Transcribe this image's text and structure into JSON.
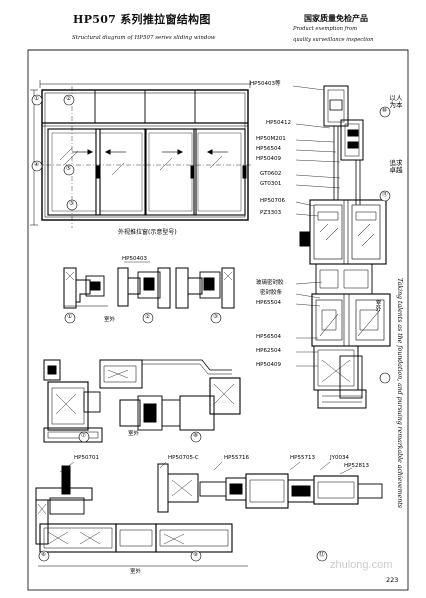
{
  "header": {
    "title": "HP507 系列推拉窗结构图",
    "subtitle": "Structural diagram of HP507 series sliding window",
    "cert_title": "国家质量免检产品",
    "cert_en_line1": "Product exemption from",
    "cert_en_line2": "quality surveillance inspection"
  },
  "elevation": {
    "caption": "外视推拉窗(示意型号)",
    "markers": [
      "①",
      "②",
      "③",
      "④",
      "⑤"
    ]
  },
  "part_numbers": {
    "top_right": "HP50403等",
    "r1": "HP50412",
    "r2": "HP50M201",
    "r3": "HP56504",
    "r4": "HP50409",
    "r5": "GT0602",
    "r6": "GT0301",
    "r7": "HP50706",
    "r8": "PZ3303",
    "r9": "玻璃密封胶",
    "r10": "密封胶条",
    "r11": "HP65504",
    "r12": "HP56504",
    "r13": "HP62504",
    "r14": "HP50409",
    "mid_top": "HP50403",
    "b1": "HP50701",
    "b2": "HP50705-C",
    "b3": "HP55716",
    "b4": "HP55713",
    "b5": "JY0034",
    "b6": "HP52813"
  },
  "labels": {
    "exterior_1": "室外",
    "exterior_2": "室外",
    "exterior_3": "室外",
    "exterior_4": "室外"
  },
  "section_markers": {
    "s1": "①",
    "s2": "②",
    "s3": "③",
    "s4": "④",
    "s5": "⑤",
    "s6": "⑥",
    "s7": "⑦",
    "s8": "⑧",
    "s9": "⑨",
    "s10": "⑩",
    "s11": "⑪",
    "s12": "⑫"
  },
  "side_slogan": {
    "line1": "以人为本",
    "line2": "追求卓越"
  },
  "side_english": "Taking talents as the foundation, and pursuing remarkable achievements",
  "footer": {
    "watermark": "zhulong.com",
    "page_number": "223"
  }
}
